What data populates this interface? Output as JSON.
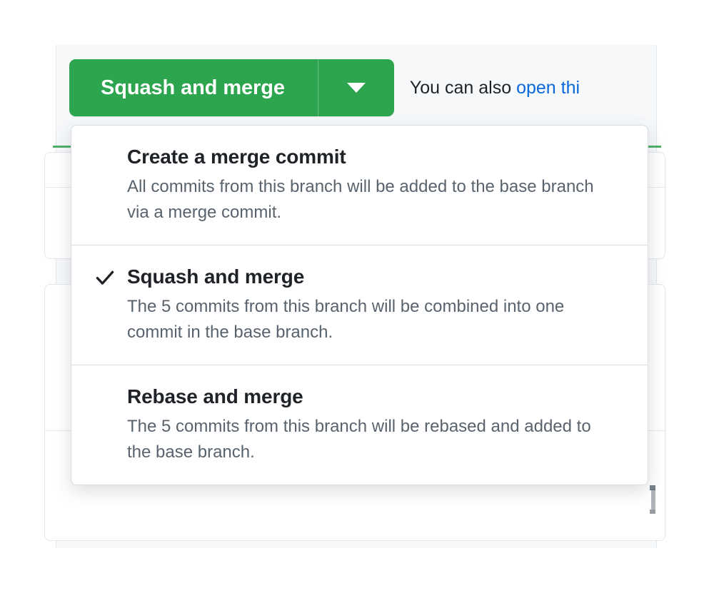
{
  "merge_action": {
    "primary_button_label": "Squash and merge",
    "caret_icon": "chevron-down-icon",
    "note_prefix": "You can also ",
    "note_link": "open thi",
    "button_color": "#2da44e",
    "link_color": "#0969da"
  },
  "merge_menu": {
    "items": [
      {
        "title": "Create a merge commit",
        "description": "All commits from this branch will be added to the base branch via a merge commit.",
        "selected": false
      },
      {
        "title": "Squash and merge",
        "description": "The 5 commits from this branch will be combined into one commit in the base branch.",
        "selected": true,
        "check_icon": "check-icon"
      },
      {
        "title": "Rebase and merge",
        "description": "The 5 commits from this branch will be rebased and added to the base branch.",
        "selected": false
      }
    ]
  }
}
